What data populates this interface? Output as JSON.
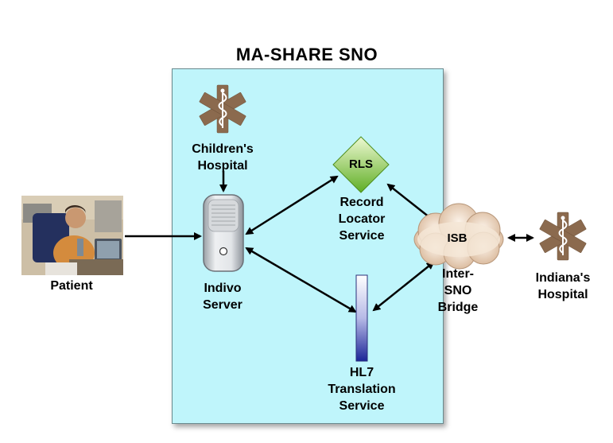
{
  "title": "MA-SHARE SNO",
  "nodes": {
    "childrens_hospital": "Children's\nHospital",
    "rls_symbol": "RLS",
    "record_locator": "Record\nLocator\nService",
    "indivo_server": "Indivo\nServer",
    "isb_symbol": "ISB",
    "inter_sno_bridge": "Inter-\nSNO\nBridge",
    "hl7_translation": "HL7\nTranslation\nService",
    "patient": "Patient",
    "indianas_hospital": "Indiana's\nHospital"
  },
  "icons": {
    "medical_star_color": "#8b6a4e",
    "sno_box_color": "#bff5fb",
    "rls_gradient": [
      "#e6f7c4",
      "#6db22e"
    ],
    "isb_cloud_color": "#f0dcc6",
    "hl7_gradient": [
      "#ffffff",
      "#1f2aa0"
    ]
  }
}
